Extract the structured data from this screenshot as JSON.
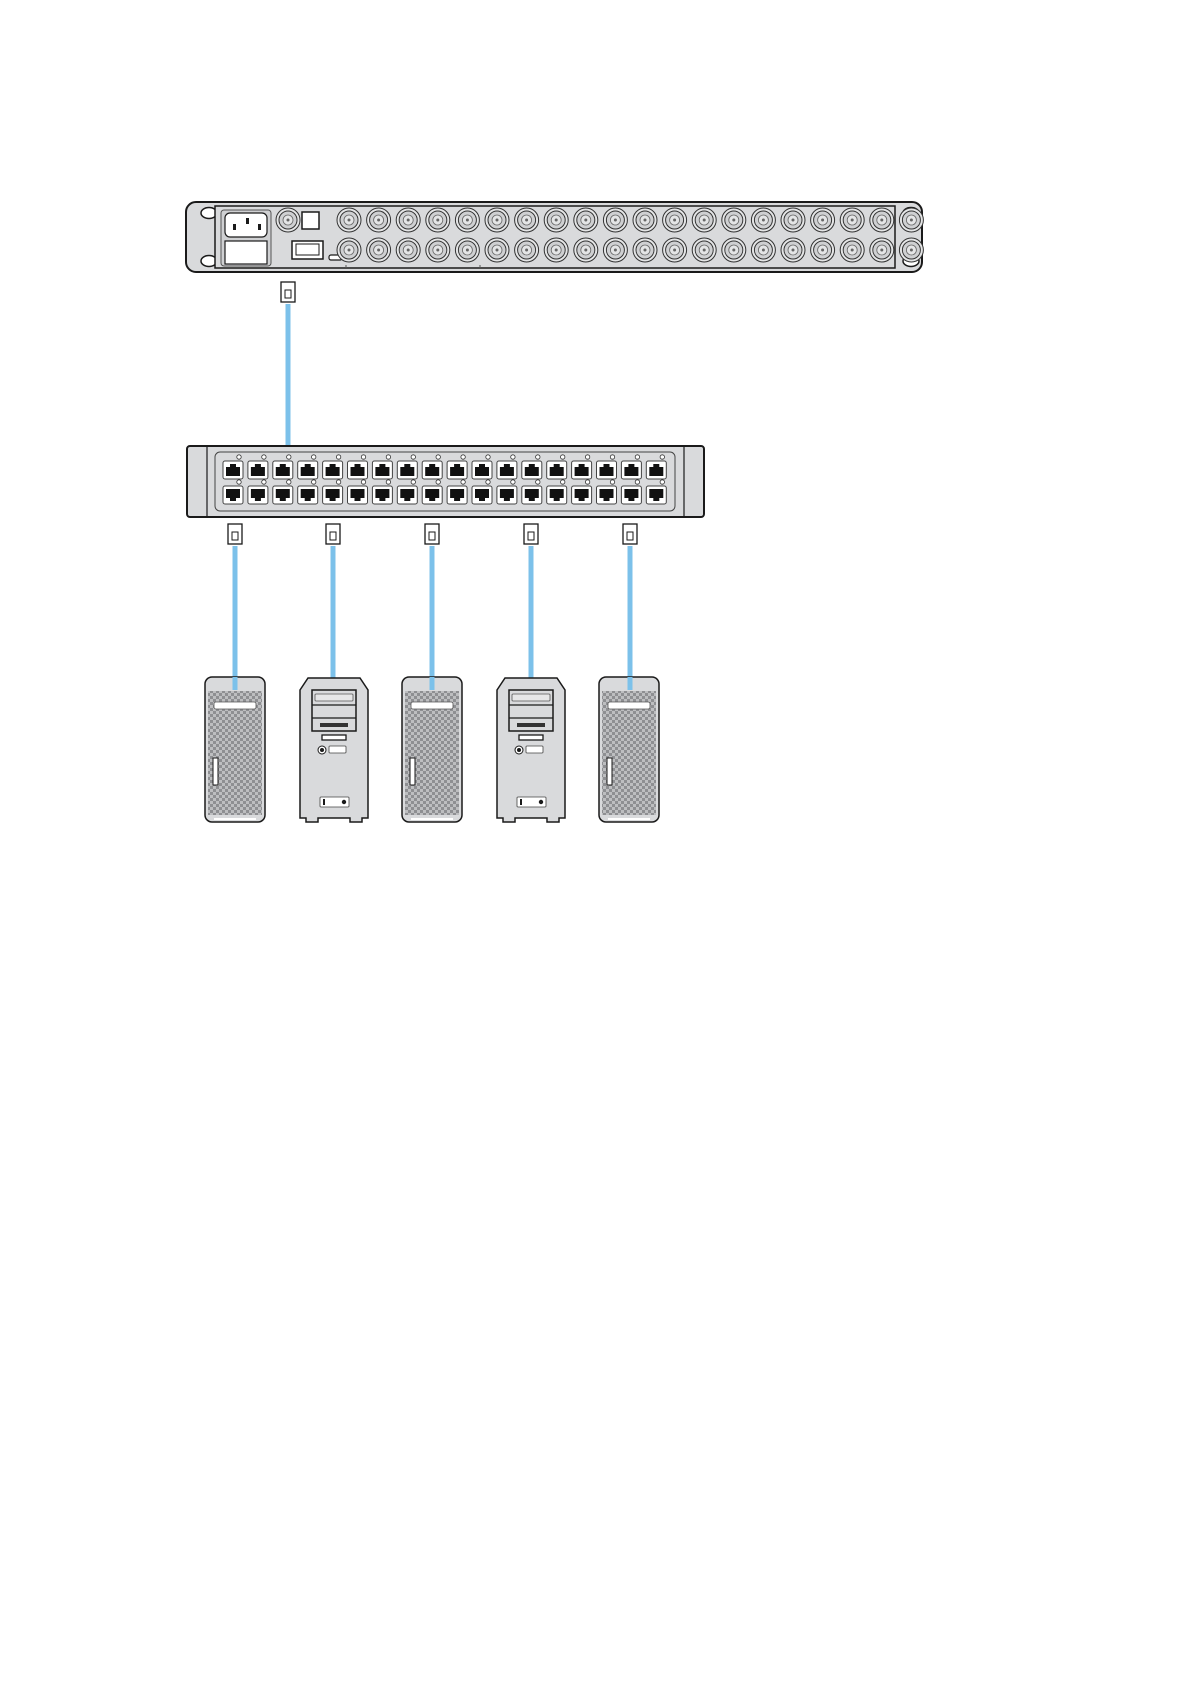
{
  "diagram": {
    "router": {
      "bnc_columns": 20,
      "bnc_rows": 2
    },
    "switch": {
      "port_columns": 18,
      "port_rows": 2
    },
    "computers": [
      "mac-pro",
      "tower",
      "mac-pro",
      "tower",
      "mac-pro"
    ]
  },
  "colors": {
    "cable": "#7cc1ea",
    "chassis": "#d9dadc",
    "outline": "#1a1a1a",
    "port": "#111111"
  }
}
